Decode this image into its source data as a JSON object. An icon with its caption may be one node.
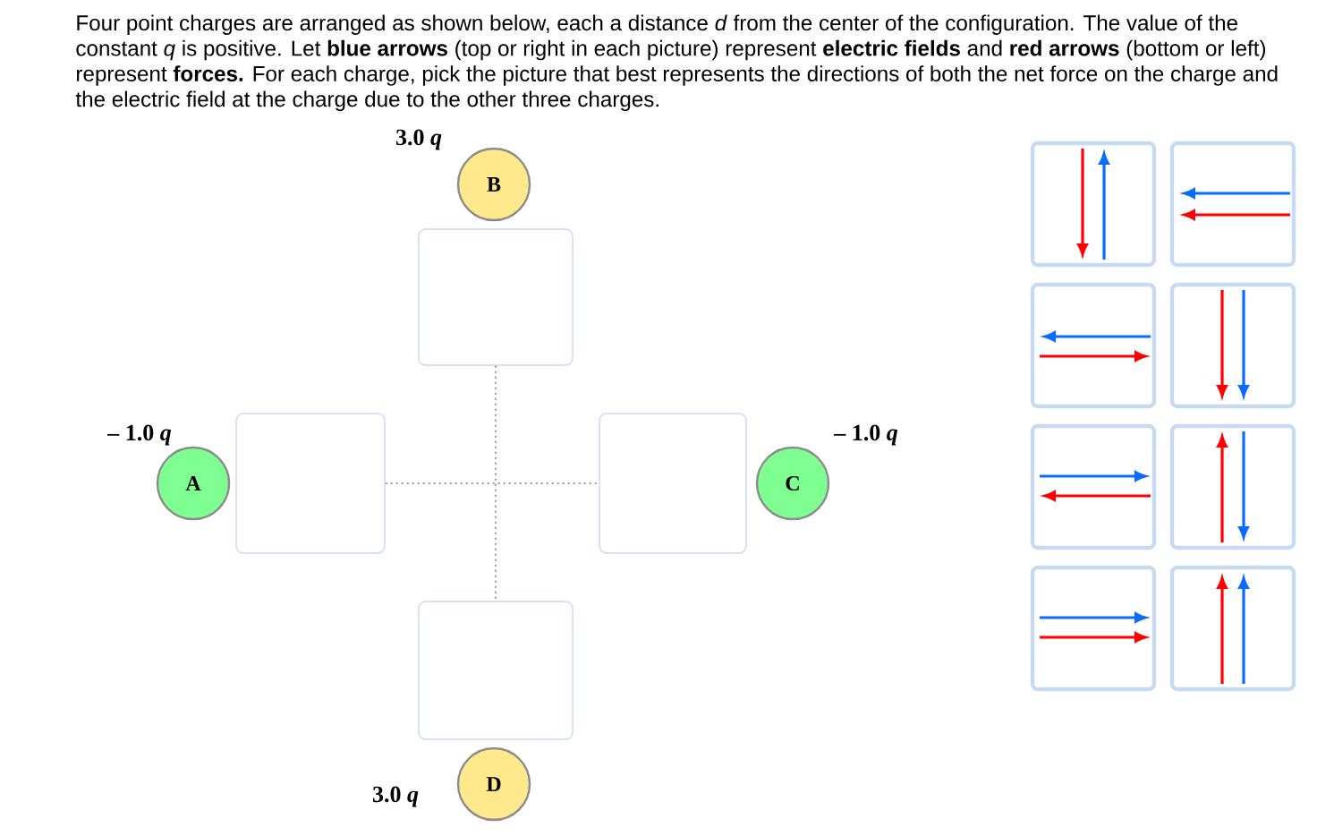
{
  "diagram": {
    "title": "Four point charges are arranged as shown below, each a distance *d* from the center of the configuration. The value of the constant *q* is positive. Let **blue arrows** (top or right in each picture) represent **electric fields** and **red arrows** (bottom or left) represent **forces.** For each charge, pick the picture that best represents the directions of both the net force on the charge and the electric field at the charge due to the other three charges.",
    "nodes": [
      {
        "text": [
          "B"
        ],
        "beside": [
          "3.0 *q*"
        ]
      },
      {
        "text": [],
        "shape": "box"
      },
      {
        "text": [
          "A"
        ],
        "beside": [
          "– 1.0 *q*"
        ]
      },
      {
        "text": [],
        "shape": "box"
      },
      {
        "text": [],
        "shape": "box"
      },
      {
        "text": [
          "C"
        ],
        "beside": [
          "– 1.0 *q*"
        ]
      },
      {
        "text": [],
        "shape": "box"
      },
      {
        "text": [
          "D"
        ],
        "beside": [
          "3.0 *q*"
        ]
      },
      {
        "text": [],
        "shape": "box"
      },
      {
        "text": [],
        "shape": "box"
      },
      {
        "text": [],
        "shape": "box"
      },
      {
        "text": [],
        "shape": "box"
      },
      {
        "text": [],
        "shape": "box"
      },
      {
        "text": [],
        "shape": "box"
      },
      {
        "text": [],
        "shape": "box"
      },
      {
        "text": [],
        "shape": "box"
      }
    ],
    "edges": [
      {
        "from": 1,
        "to": 6,
        "arrow": "none",
        "style": "dashed"
      },
      {
        "from": 3,
        "to": 4,
        "arrow": "none",
        "style": "dashed"
      }
    ]
  }
}
